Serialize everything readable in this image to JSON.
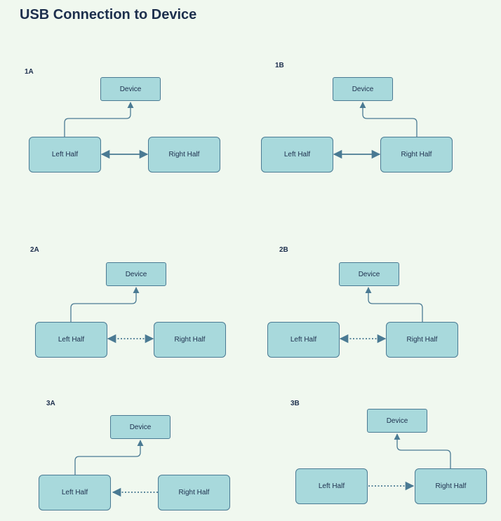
{
  "title": "USB Connection to Device",
  "colors": {
    "background": "#f0f8ef",
    "node_fill": "#a8d9dc",
    "node_stroke": "#4a7a93",
    "edge": "#4a7a93",
    "text": "#1d2f4d"
  },
  "panels": [
    {
      "id": "1A",
      "label": "1A",
      "device": "Device",
      "left": "Left Half",
      "right": "Right Half",
      "halves_link": "solid-bidirectional",
      "device_from": "left"
    },
    {
      "id": "1B",
      "label": "1B",
      "device": "Device",
      "left": "Left Half",
      "right": "Right Half",
      "halves_link": "solid-bidirectional",
      "device_from": "right"
    },
    {
      "id": "2A",
      "label": "2A",
      "device": "Device",
      "left": "Left Half",
      "right": "Right Half",
      "halves_link": "dotted-bidirectional",
      "device_from": "left"
    },
    {
      "id": "2B",
      "label": "2B",
      "device": "Device",
      "left": "Left Half",
      "right": "Right Half",
      "halves_link": "dotted-bidirectional",
      "device_from": "right"
    },
    {
      "id": "3A",
      "label": "3A",
      "device": "Device",
      "left": "Left Half",
      "right": "Right Half",
      "halves_link": "dotted-right-to-left",
      "device_from": "left"
    },
    {
      "id": "3B",
      "label": "3B",
      "device": "Device",
      "left": "Left Half",
      "right": "Right Half",
      "halves_link": "dotted-left-to-right",
      "device_from": "right"
    }
  ]
}
